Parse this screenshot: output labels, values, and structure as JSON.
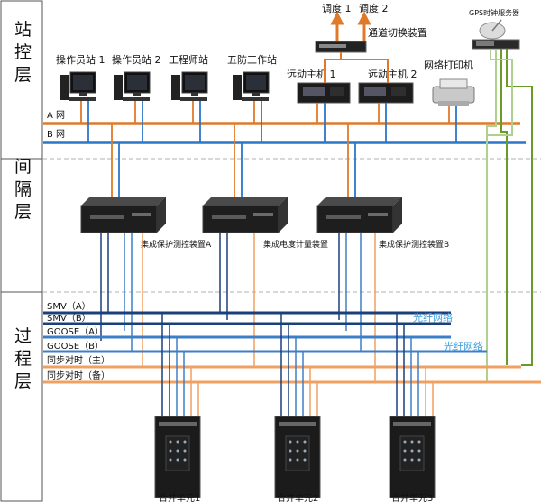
{
  "layers": {
    "station": "站控层",
    "bay": "间隔层",
    "process": "过程层"
  },
  "networks": {
    "a": "A 网",
    "b": "B 网"
  },
  "station_devices": {
    "op1": "操作员站 1",
    "op2": "操作员站 2",
    "eng": "工程师站",
    "wufang": "五防工作站",
    "remote1": "远动主机 1",
    "remote2": "远动主机 2",
    "printer": "网络打印机",
    "switch": "通道切换装置",
    "dispatch1": "调度 1",
    "dispatch2": "调度 2",
    "gps": "GPS时钟服务器"
  },
  "bay_devices": {
    "protA": "集成保护测控装置A",
    "meter": "集成电度计量装置",
    "protB": "集成保护测控装置B"
  },
  "process_buses": {
    "smv_a": "SMV（A）",
    "smv_b": "SMV（B）",
    "goose_a": "GOOSE（A）",
    "goose_b": "GOOSE（B）",
    "sync_main": "同步对时（主）",
    "sync_backup": "同步对时（备）",
    "fiber1": "光纤网络",
    "fiber2": "光纤网络"
  },
  "merging_units": {
    "mu1": "合并单元1",
    "mu2": "合并单元2",
    "mu3": "合并单元3"
  },
  "colors": {
    "a_net": "#e07a2a",
    "b_net": "#2a77c9",
    "smv": "#1a3f7a",
    "goose": "#3d7fc7",
    "sync": "#f0a060",
    "gps_green": "#6a9a2a",
    "gps_light": "#b0d090",
    "fiber_text": "#3fa0e0"
  }
}
